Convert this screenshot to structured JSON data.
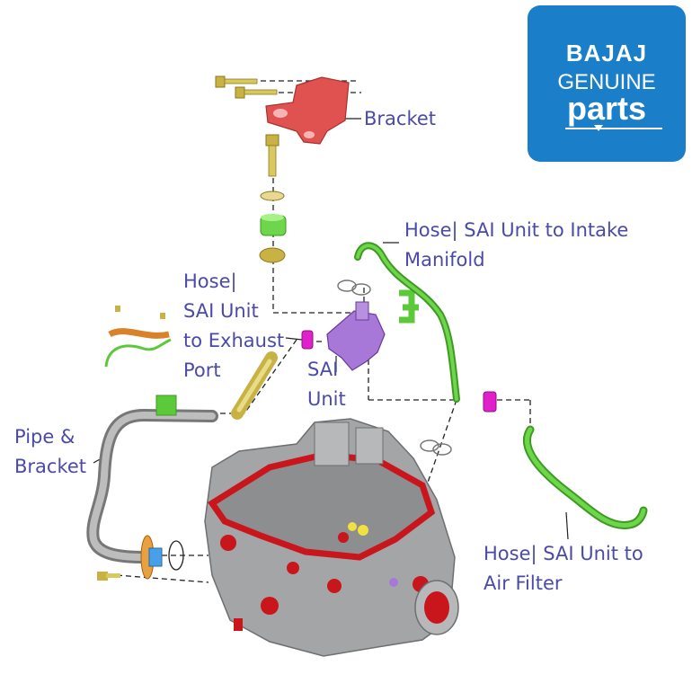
{
  "logo": {
    "brand": "BAJAJ",
    "line2": "GENUINE",
    "line3": "parts"
  },
  "labels": {
    "bracket": "Bracket",
    "hose_intake_1": "Hose| SAI Unit to Intake",
    "hose_intake_2": "Manifold",
    "hose_exhaust_1": "Hose|",
    "hose_exhaust_2": "SAI Unit",
    "hose_exhaust_3": "to Exhaust",
    "hose_exhaust_4": "Port",
    "sai_1": "SAI",
    "sai_2": "Unit",
    "pipe_1": "Pipe &",
    "pipe_2": "Bracket",
    "air_1": "Hose| SAI Unit to",
    "air_2": "Air Filter"
  },
  "colors": {
    "label": "#4a4aa8",
    "logo_bg": "#1b7ec9",
    "bracket": "#e0524f",
    "hose": "#5cc93a",
    "clip": "#e020c8",
    "sai_unit": "#a878d8",
    "head_gray": "#a3a5a6",
    "head_red": "#c9161c",
    "pipe_gray": "#a8a8a8",
    "bolt_gold": "#c8b243",
    "seal_orange": "#d9822a"
  }
}
